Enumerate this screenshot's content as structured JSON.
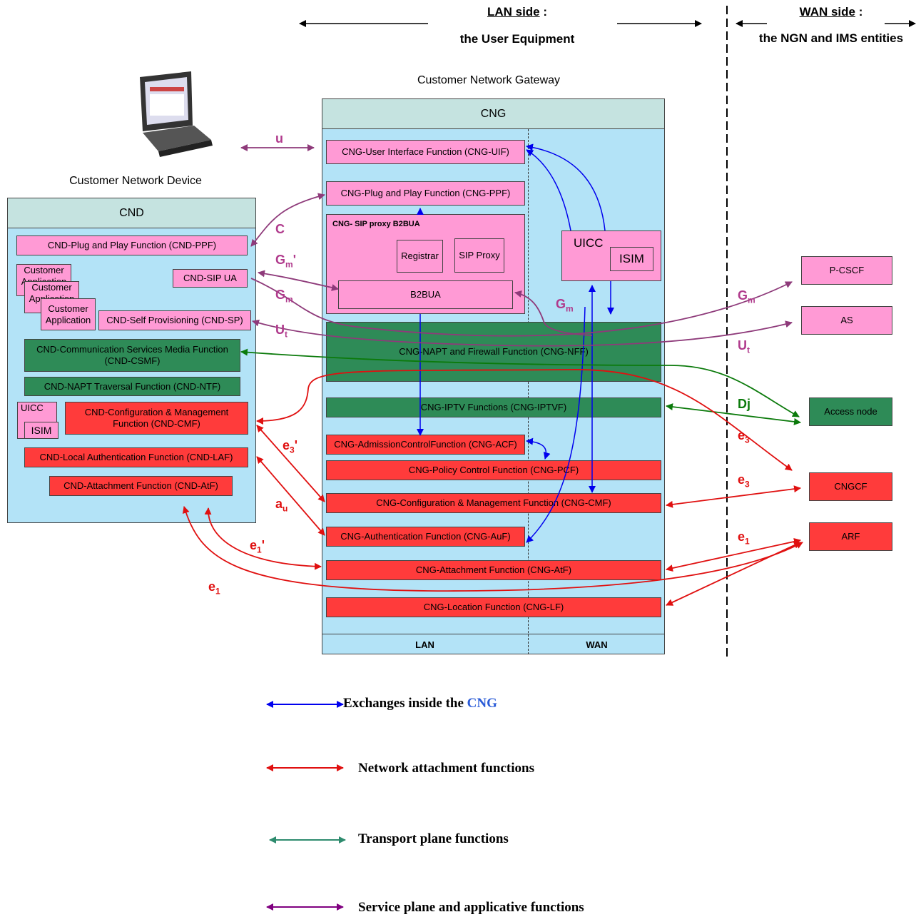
{
  "header": {
    "lan_side": "LAN side",
    "lan_colon": ":",
    "lan_sub": "the User Equipment",
    "wan_side": "WAN side",
    "wan_colon": ":",
    "wan_sub": "the NGN and IMS entities"
  },
  "captions": {
    "cng": "Customer Network Gateway",
    "cnd": "Customer Network Device"
  },
  "cnd": {
    "title": "CND",
    "ppf": "CND-Plug and Play Function (CND-PPF)",
    "app1": "Customer Application",
    "app2": "Customer Application",
    "app3": "Customer Application",
    "sip_ua": "CND-SIP UA",
    "sp": "CND-Self Provisioning (CND-SP)",
    "csmf": "CND-Communication Services Media Function (CND-CSMF)",
    "ntf": "CND-NAPT Traversal Function (CND-NTF)",
    "uicc": "UICC",
    "isim": "ISIM",
    "cmf": "CND-Configuration & Management Function (CND-CMF)",
    "laf": "CND-Local Authentication Function (CND-LAF)",
    "atf": "CND-Attachment Function (CND-AtF)"
  },
  "cng": {
    "title": "CNG",
    "uif": "CNG-User Interface Function (CNG-UIF)",
    "ppf": "CNG-Plug and Play Function (CNG-PPF)",
    "sip_proxy_title": "CNG- SIP   proxy B2BUA",
    "registrar": "Registrar",
    "sip_proxy": "SIP Proxy",
    "b2bua": "B2BUA",
    "uicc": "UICC",
    "isim": "ISIM",
    "nff": "CNG-NAPT and Firewall Function (CNG-NFF)",
    "iptvf": "CNG-IPTV Functions (CNG-IPTVF)",
    "acf": "CNG-AdmissionControlFunction (CNG-ACF)",
    "pcf": "CNG-Policy Control Function (CNG-PCF)",
    "cmf": "CNG-Configuration & Management Function (CNG-CMF)",
    "auf": "CNG-Authentication Function (CNG-AuF)",
    "atf": "CNG-Attachment Function (CNG-AtF)",
    "lf": "CNG-Location Function (CNG-LF)",
    "lan": "LAN",
    "wan": "WAN"
  },
  "network": {
    "pcscf": "P-CSCF",
    "as": "AS",
    "access_node": "Access node",
    "cngcf": "CNGCF",
    "arf": "ARF"
  },
  "labels": {
    "u": "u",
    "c": "C",
    "gm1_base": "G",
    "gm1_sub": "m",
    "gm1_prime": "'",
    "gm2_base": "G",
    "gm2_sub": "m",
    "gm3_base": "G",
    "gm3_sub": "m",
    "gm4_base": "G",
    "gm4_sub": "m",
    "ut1_base": "U",
    "ut1_sub": "t",
    "ut2_base": "U",
    "ut2_sub": "t",
    "dj": "Dj",
    "e3a_base": "e",
    "e3a_sub": "3",
    "e3b_base": "e",
    "e3b_sub": "3",
    "e3p_base": "e",
    "e3p_sub": "3",
    "e3p_prime": "'",
    "au_base": "a",
    "au_sub": "u",
    "e1p_base": "e",
    "e1p_sub": "1",
    "e1p_prime": "'",
    "e1a_base": "e",
    "e1a_sub": "1",
    "e1b_base": "e",
    "e1b_sub": "1"
  },
  "legend": {
    "inside_prefix": "Exchanges inside the ",
    "inside_cng": "CNG",
    "attachment": "Network attachment functions",
    "transport": "Transport plane functions",
    "service": "Service plane and applicative functions"
  },
  "colors": {
    "blue": "#0000ee",
    "red": "#e01010",
    "green": "#0b7a0b",
    "purple": "#8e3a7a",
    "teal": "#2e8b6e",
    "violet": "#800080"
  }
}
